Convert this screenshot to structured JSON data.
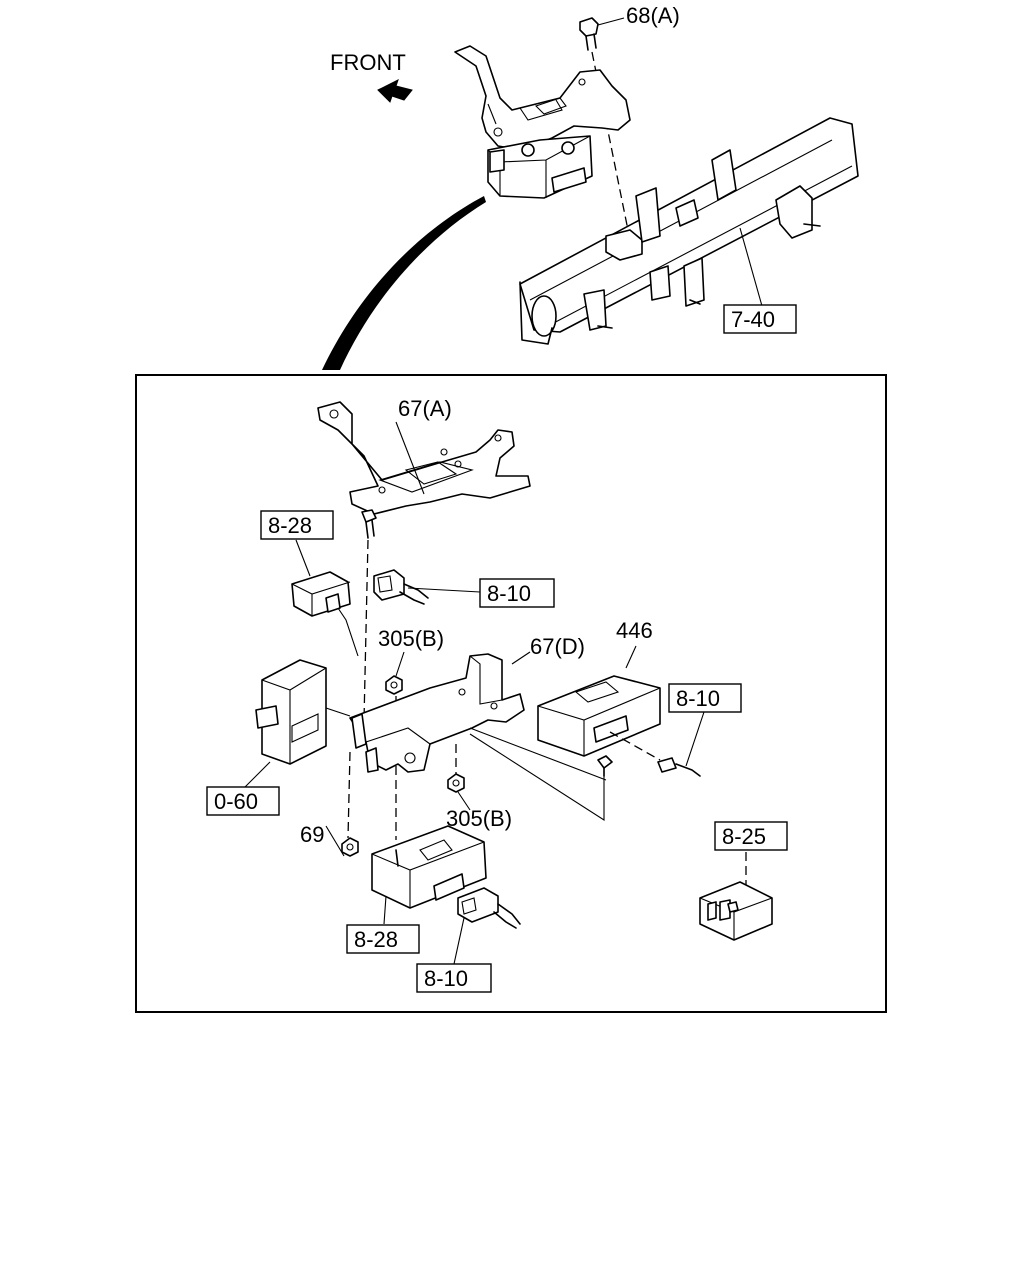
{
  "direction_label": "FRONT",
  "callouts": {
    "bolt_68a": "68(A)",
    "crossmember_740": "7-40",
    "bracket_67a": "67(A)",
    "relay_828_top": "8-28",
    "harness_810_top": "8-10",
    "nut_305b_top": "305(B)",
    "bracket_67d": "67(D)",
    "control_unit_446": "446",
    "harness_810_right": "8-10",
    "module_060": "0-60",
    "nut_69": "69",
    "nut_305b_bottom": "305(B)",
    "relay_825": "8-25",
    "relay_828_bottom": "8-28",
    "harness_810_bottom": "8-10"
  }
}
